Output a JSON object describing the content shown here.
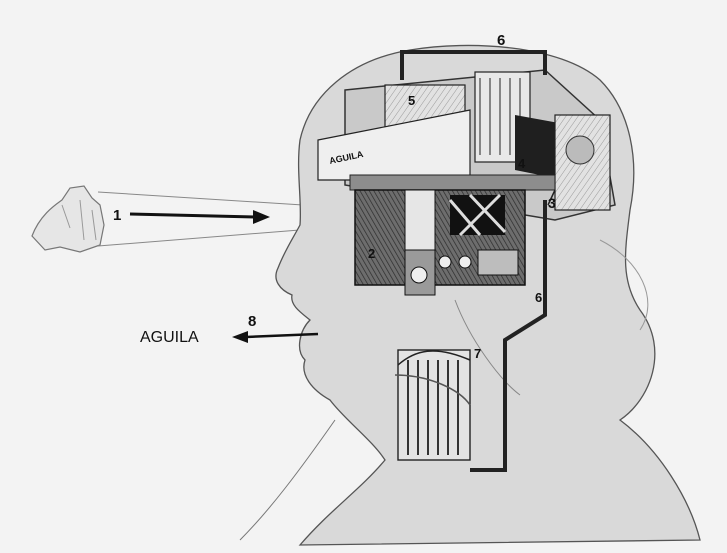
{
  "labels": {
    "n1": "1",
    "n2": "2",
    "n3": "3",
    "n4": "4",
    "n5": "5",
    "n6_top": "6",
    "n6_neck": "6",
    "n7": "7",
    "n8": "8",
    "aguila_output": "AGUILA",
    "aguila_box": "AGUILA"
  },
  "colors": {
    "background": "#f3f3f3",
    "ink": "#111111",
    "skin": "#d9d9d9",
    "machine": "#bdbdbd"
  }
}
